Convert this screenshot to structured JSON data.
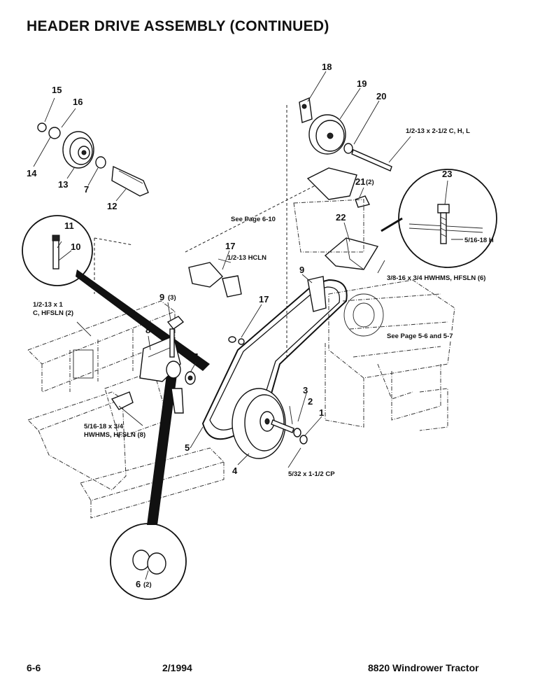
{
  "title": "HEADER DRIVE ASSEMBLY (CONTINUED)",
  "footer": {
    "page": "6-6",
    "date": "2/1994",
    "product": "8820 Windrower Tractor"
  },
  "callouts": {
    "c1": "1",
    "c2": "2",
    "c3": "3",
    "c4": "4",
    "c5": "5",
    "c6": "6",
    "c6q": "(2)",
    "c7a": "7",
    "c7b": "7",
    "c8": "8",
    "c9a": "9",
    "c9q": "(3)",
    "c9b": "9",
    "c10": "10",
    "c11": "11",
    "c12": "12",
    "c13": "13",
    "c14": "14",
    "c15": "15",
    "c16": "16",
    "c17a": "17",
    "c17b": "17",
    "c18": "18",
    "c19": "19",
    "c20": "20",
    "c21": "21",
    "c21q": "(2)",
    "c22": "22",
    "c23": "23"
  },
  "notes": {
    "bolt_top": "1/2-13 x 2-1/2 C, H, L",
    "see_6_10": "See Page 6-10",
    "hcln": "1/2-13 HCLN",
    "nut_516": "5/16-18 H",
    "hwhms_6": "3/8-16 x 3/4 HWHMS, HFSLN (6)",
    "left_bolt_1": "1/2-13 x 1",
    "left_bolt_2": "C, HFSLN (2)",
    "see_5_6": "See Page 5-6 and 5-7",
    "hwhms_8_1": "5/16-18 x 3/4",
    "hwhms_8_2": "HWHMS, HFSLN (8)",
    "cp": "5/32 x 1-1/2 CP"
  }
}
